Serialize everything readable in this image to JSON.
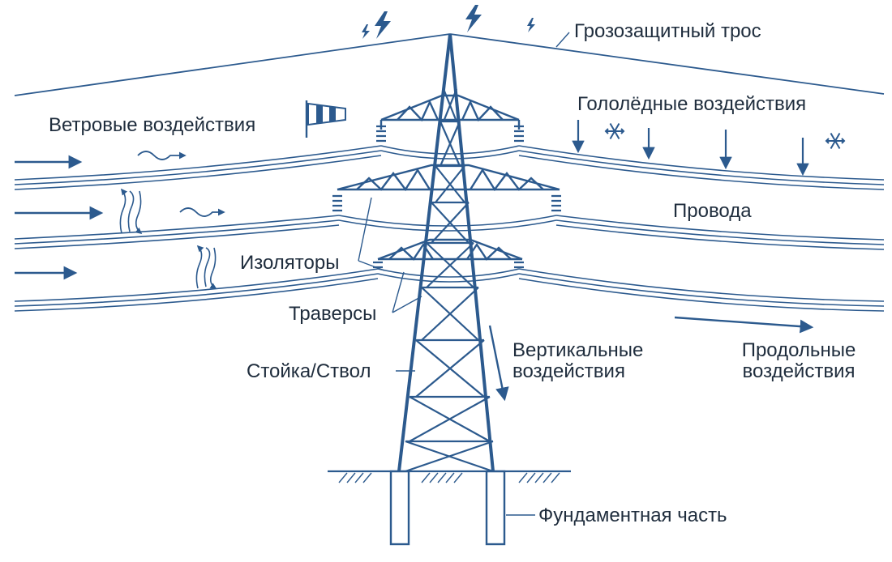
{
  "labels": {
    "ground_wire": "Грозозащитный трос",
    "wind": "Ветровые воздействия",
    "ice": "Гололёдные воздействия",
    "wires": "Провода",
    "insulators": "Изоляторы",
    "crossarms": "Траверсы",
    "mast": "Стойка/Ствол",
    "vertical_1": "Вертикальные",
    "vertical_2": "воздействия",
    "longitudinal_1": "Продольные",
    "longitudinal_2": "воздействия",
    "foundation": "Фундаментная часть"
  },
  "icons": {
    "lightning": "lightning-icon",
    "windsock": "windsock-icon",
    "snowflake": "snowflake-icon",
    "wind_gust": "wind-gust-icon"
  },
  "colors": {
    "structure": "#2c5a8e",
    "text": "#1f2d3d",
    "background": "#ffffff"
  }
}
